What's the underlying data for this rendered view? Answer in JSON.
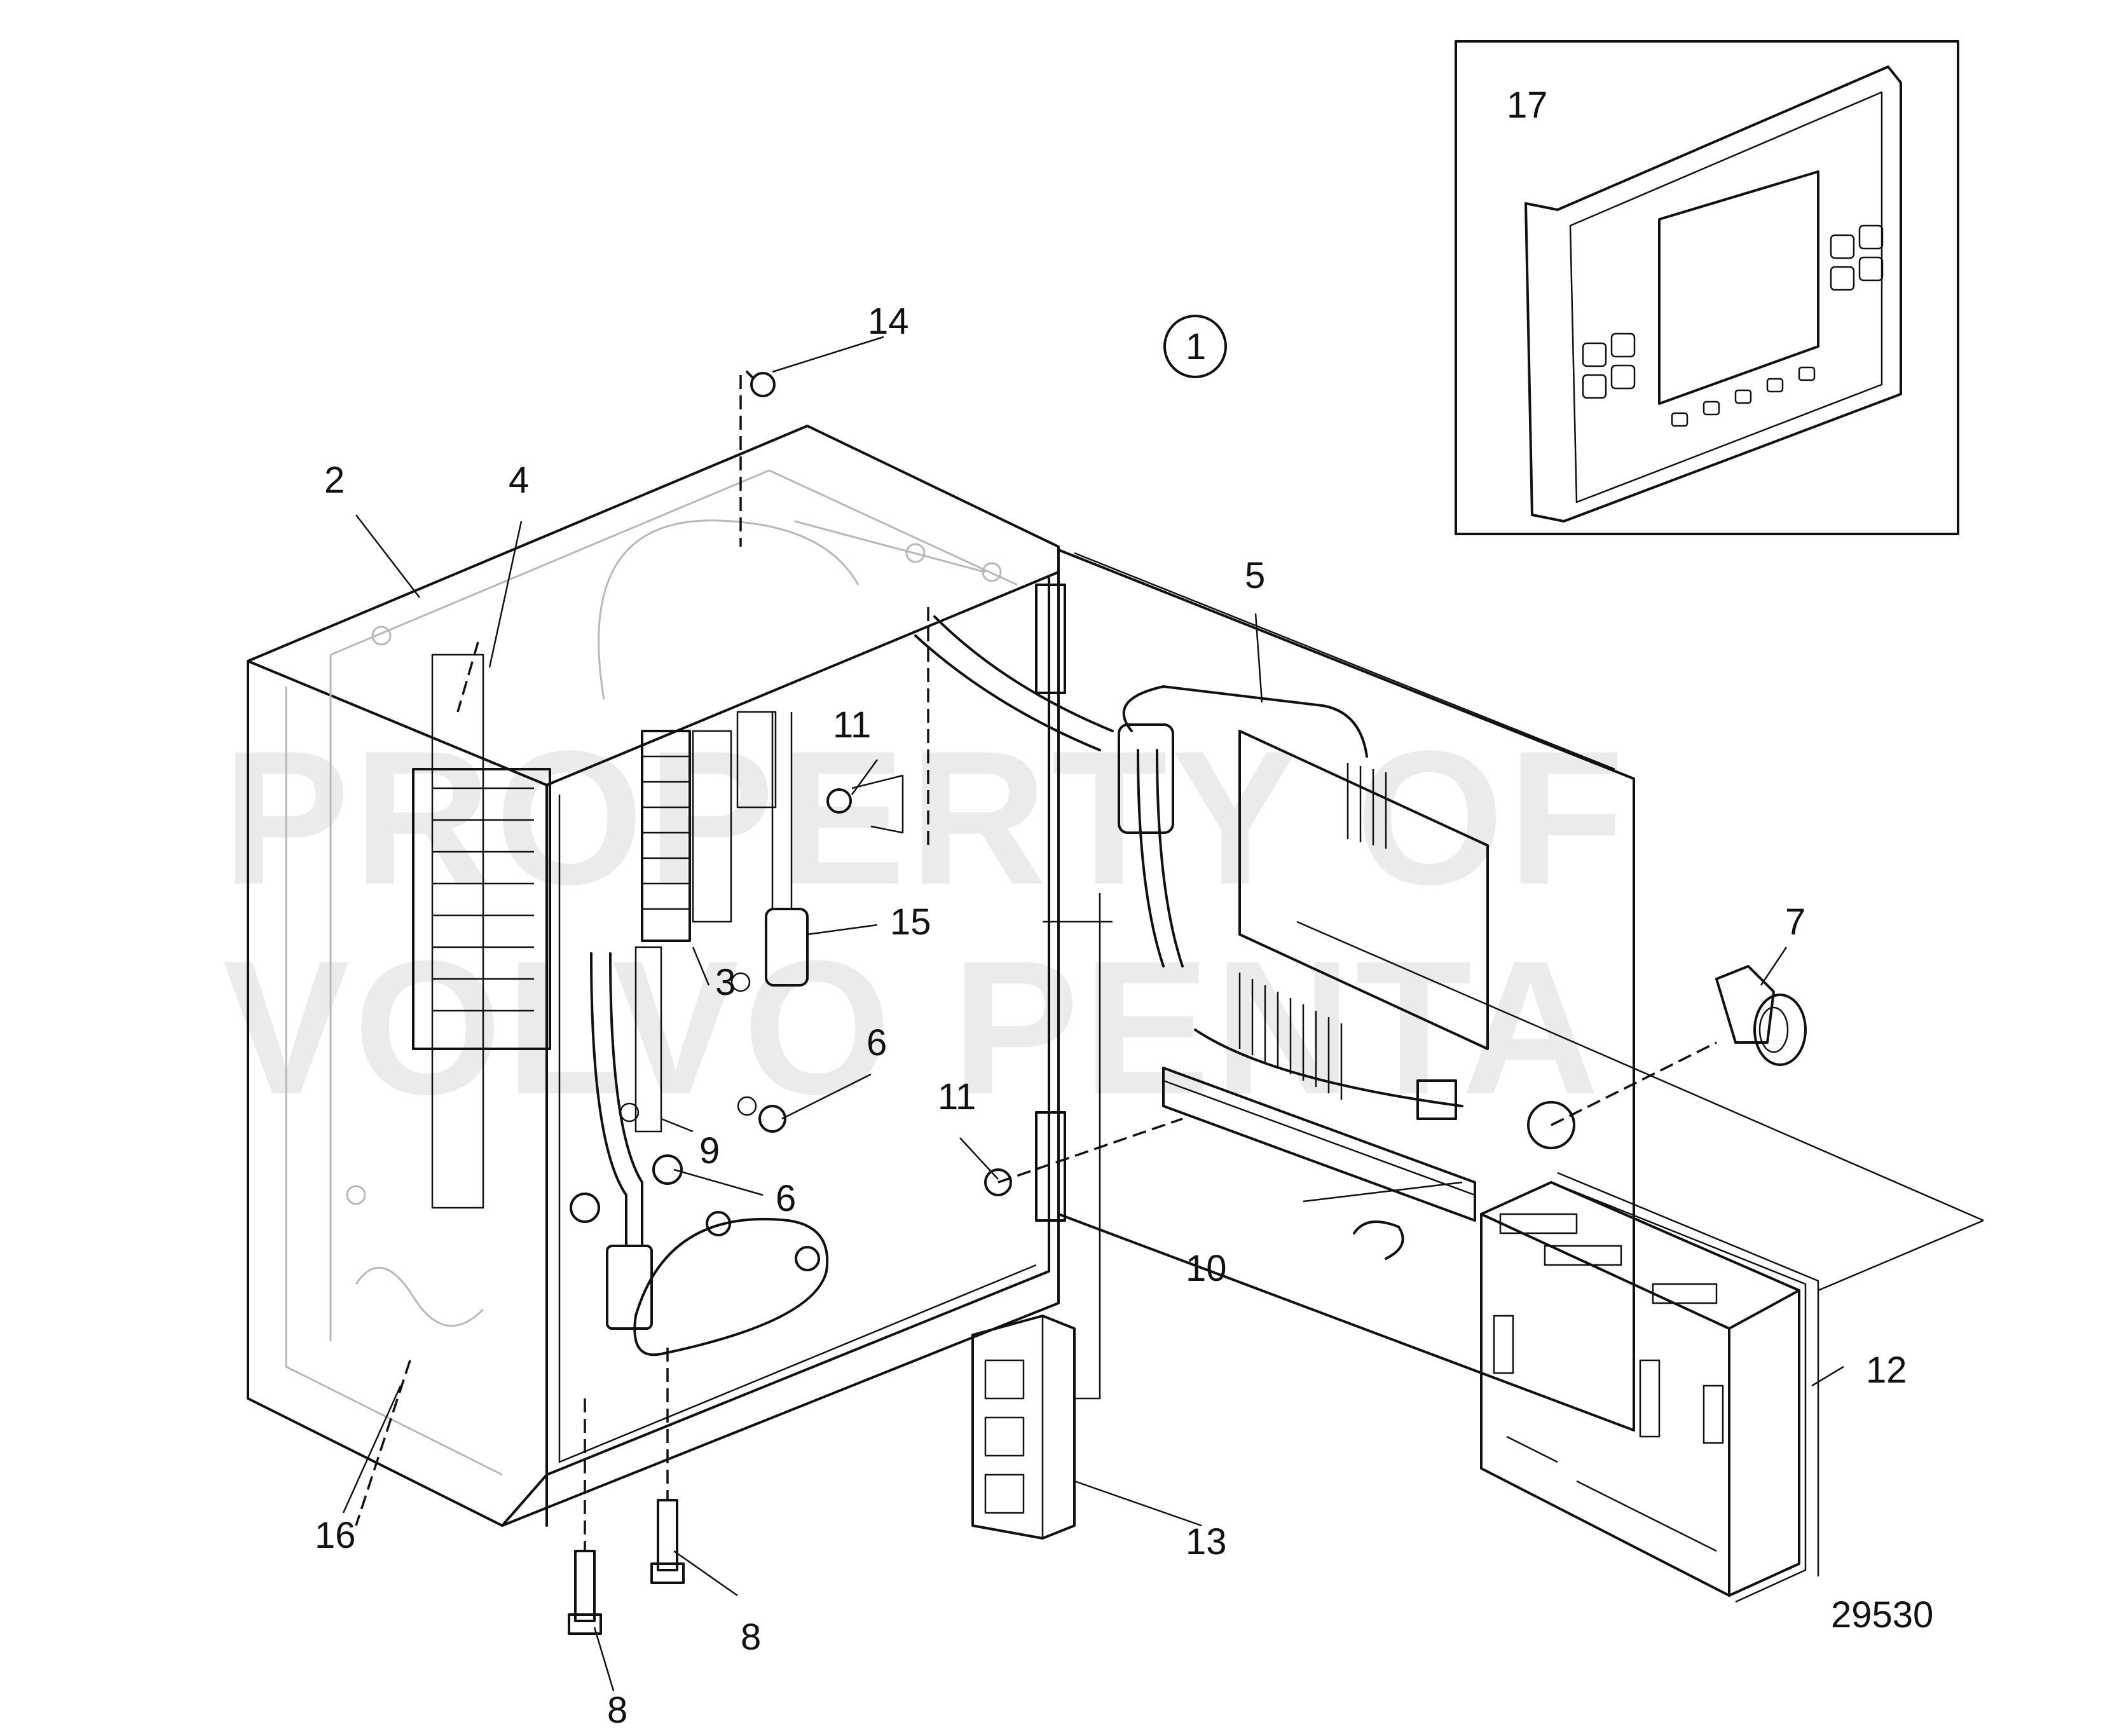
{
  "watermark": {
    "line1": "PROPERTY OF",
    "line2": "VOLVO PENTA"
  },
  "figure_number": "29530",
  "circled_callout": "1",
  "callouts": {
    "c2": "2",
    "c3": "3",
    "c4": "4",
    "c5": "5",
    "c6a": "6",
    "c6b": "6",
    "c7": "7",
    "c8a": "8",
    "c8b": "8",
    "c9": "9",
    "c10": "10",
    "c11a": "11",
    "c11b": "11",
    "c12": "12",
    "c13": "13",
    "c14": "14",
    "c15": "15",
    "c16": "16",
    "c17": "17"
  }
}
